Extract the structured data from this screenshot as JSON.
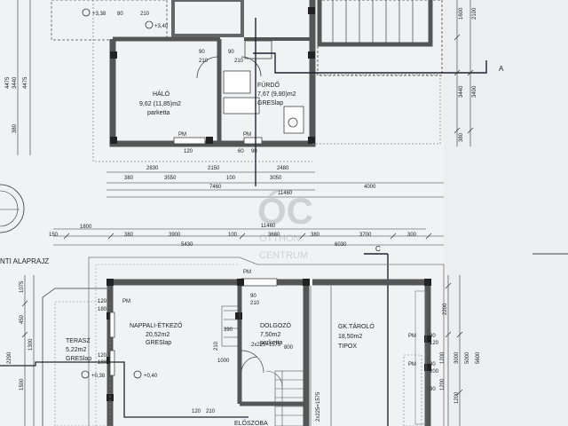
{
  "upper_rooms": {
    "halo": {
      "name": "HÁLÓ",
      "area": "9,62 (11,85)m2",
      "floor": "parketta"
    },
    "furdo": {
      "name": "FÜRDŐ",
      "area": "7,67 (9,90)m2",
      "floor": "GRESlap"
    }
  },
  "upper_small_labels": {
    "pm1": "PM",
    "pm2": "PM",
    "v120a": "120",
    "v90a": "90",
    "v60": "60",
    "v90b": "90",
    "v210": "210",
    "v90c": "90",
    "v210b": "210",
    "lvl1": "+3,38",
    "lvl2": "+3,40",
    "v80": "80",
    "v210c": "210"
  },
  "upper_dims": {
    "row1": [
      "2830",
      "2150",
      "2480"
    ],
    "row2": [
      "380",
      "3550",
      "100",
      "3050",
      "4000"
    ],
    "row3": [
      "7460"
    ],
    "row4": [
      "11460"
    ],
    "left_v": [
      "4475",
      "3440",
      "4475",
      "380"
    ],
    "right_v": [
      "1600",
      "2100",
      "3440",
      "3400",
      "380"
    ]
  },
  "lower_dims": {
    "row0": [
      "11460"
    ],
    "row1": [
      "150",
      "1800",
      "380",
      "3900",
      "100",
      "3680",
      "380",
      "3700",
      "300"
    ],
    "row2": [
      "5430",
      "6030"
    ],
    "left_v": [
      "1075",
      "450",
      "1300",
      "2290",
      "1500"
    ],
    "right_v": [
      "2200",
      "1200",
      "3000",
      "5000",
      "5600"
    ]
  },
  "section_labels": {
    "a": "A",
    "c": "C"
  },
  "plan_title": "NTI ALAPRAJZ",
  "lower_rooms": {
    "nappali": {
      "name": "NAPPALI-ÉTKEZŐ",
      "area": "20,52m2",
      "floor": "GRESlap"
    },
    "terasz": {
      "name": "TERASZ",
      "area": "5,22m2",
      "floor": "GRESlap"
    },
    "dolgozo": {
      "name": "DOLGOZÓ",
      "area": "7,50m2",
      "floor": "parketta"
    },
    "garage": {
      "name": "GK.TÁROLÓ",
      "area": "18,50m2",
      "floor": "TIPOX"
    },
    "eloszoba": {
      "name": "ELŐSZOBA"
    }
  },
  "lower_small_labels": {
    "pm1": "PM",
    "pm2": "PM",
    "pm3": "PM",
    "pm4": "PM",
    "v120": "120",
    "v180": "180",
    "v90": "90",
    "v210": "210",
    "v120b": "120",
    "v180b": "180",
    "lvl1": "+0,38",
    "lvl2": "+0,40",
    "v390": "390",
    "v2x225": "2x225=1575",
    "v800": "800",
    "v1000": "1000",
    "v210b": "210",
    "v120c": "120",
    "v210c": "210",
    "v2x225b": "2x225=1575",
    "v90b": "90",
    "v90c": "90",
    "v120d": "120",
    "v200": "200",
    "v90d": "90",
    "v1200": "1200",
    "v1200b": "1200"
  },
  "watermark": {
    "logo": "ÓC",
    "line1": "OTTHON",
    "line2": "CENTRUM"
  }
}
